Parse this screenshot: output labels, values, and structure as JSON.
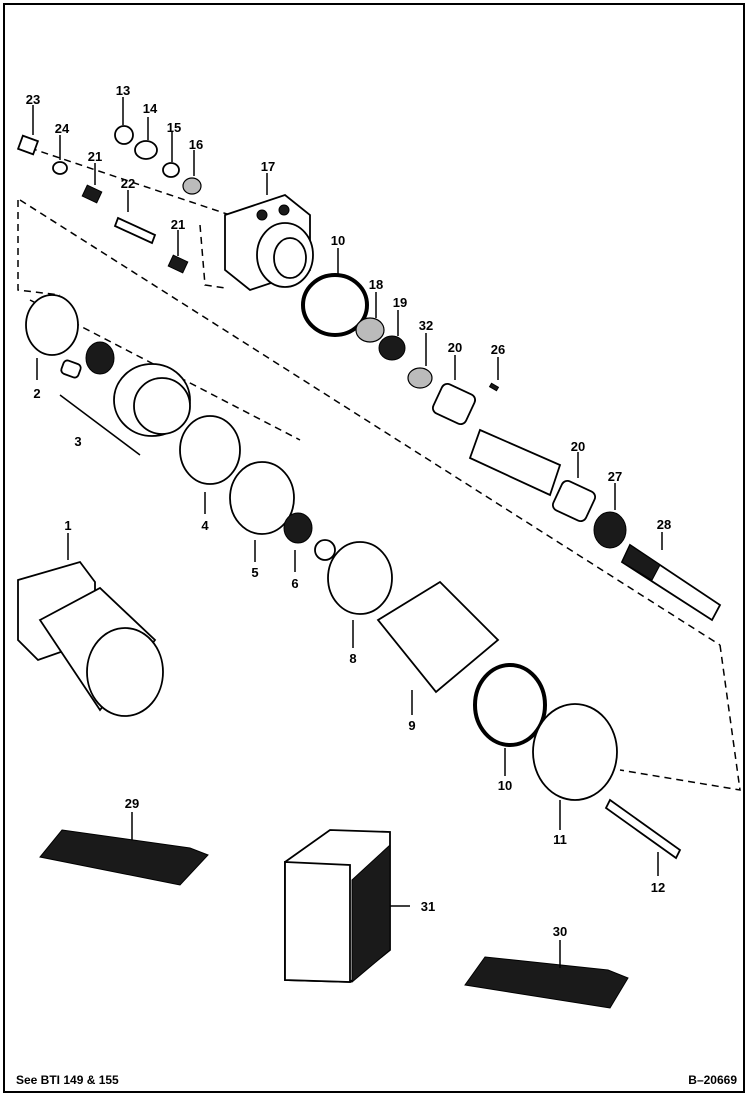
{
  "callouts": [
    {
      "id": "c1",
      "label": "1"
    },
    {
      "id": "c2",
      "label": "2"
    },
    {
      "id": "c3",
      "label": "3"
    },
    {
      "id": "c4",
      "label": "4"
    },
    {
      "id": "c5",
      "label": "5"
    },
    {
      "id": "c6",
      "label": "6"
    },
    {
      "id": "c8",
      "label": "8"
    },
    {
      "id": "c9",
      "label": "9"
    },
    {
      "id": "c10a",
      "label": "10"
    },
    {
      "id": "c10b",
      "label": "10"
    },
    {
      "id": "c11",
      "label": "11"
    },
    {
      "id": "c12",
      "label": "12"
    },
    {
      "id": "c13",
      "label": "13"
    },
    {
      "id": "c14",
      "label": "14"
    },
    {
      "id": "c15",
      "label": "15"
    },
    {
      "id": "c16",
      "label": "16"
    },
    {
      "id": "c17",
      "label": "17"
    },
    {
      "id": "c18",
      "label": "18"
    },
    {
      "id": "c19",
      "label": "19"
    },
    {
      "id": "c20a",
      "label": "20"
    },
    {
      "id": "c20b",
      "label": "20"
    },
    {
      "id": "c21a",
      "label": "21"
    },
    {
      "id": "c21b",
      "label": "21"
    },
    {
      "id": "c22",
      "label": "22"
    },
    {
      "id": "c23",
      "label": "23"
    },
    {
      "id": "c24",
      "label": "24"
    },
    {
      "id": "c26",
      "label": "26"
    },
    {
      "id": "c27",
      "label": "27"
    },
    {
      "id": "c28",
      "label": "28"
    },
    {
      "id": "c29",
      "label": "29"
    },
    {
      "id": "c30",
      "label": "30"
    },
    {
      "id": "c31",
      "label": "31"
    },
    {
      "id": "c32",
      "label": "32"
    }
  ],
  "footer": {
    "reference": "See BTI 149 & 155",
    "drawing_number": "B–20669"
  }
}
